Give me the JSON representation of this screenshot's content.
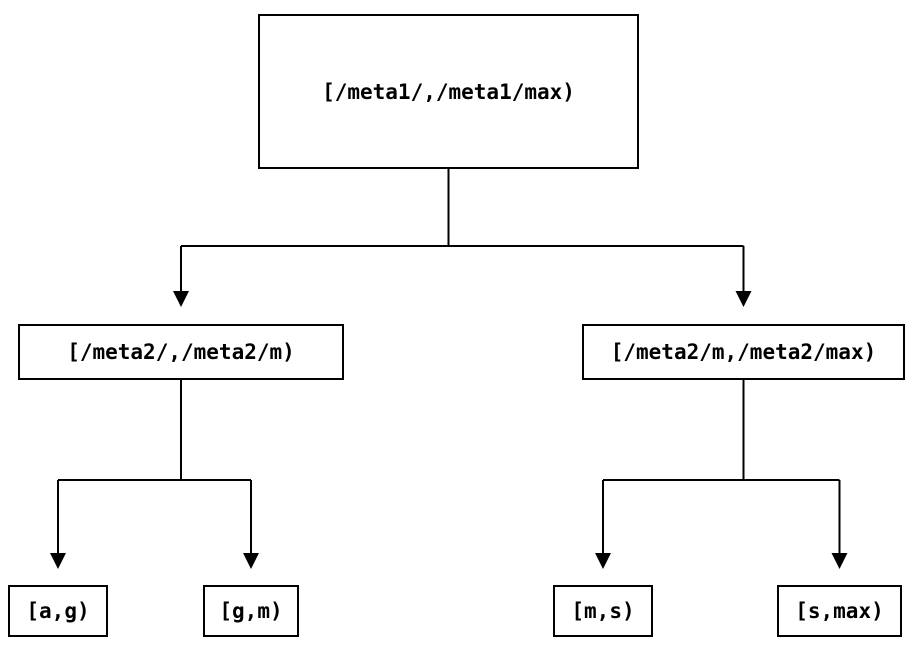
{
  "diagram": {
    "type": "tree",
    "colors": {
      "background": "#ffffff",
      "line": "#000000",
      "box_border": "#000000",
      "box_fill": "#ffffff",
      "text": "#000000"
    },
    "nodes": {
      "root": {
        "label": "[/meta1/,/meta1/max)"
      },
      "left": {
        "label": "[/meta2/,/meta2/m)"
      },
      "right": {
        "label": "[/meta2/m,/meta2/max)"
      },
      "leaf_ag": {
        "label": "[a,g)"
      },
      "leaf_gm": {
        "label": "[g,m)"
      },
      "leaf_ms": {
        "label": "[m,s)"
      },
      "leaf_smax": {
        "label": "[s,max)"
      }
    },
    "edges": [
      "root -> left",
      "root -> right",
      "left -> leaf_ag",
      "left -> leaf_gm",
      "right -> leaf_ms",
      "right -> leaf_smax"
    ]
  }
}
